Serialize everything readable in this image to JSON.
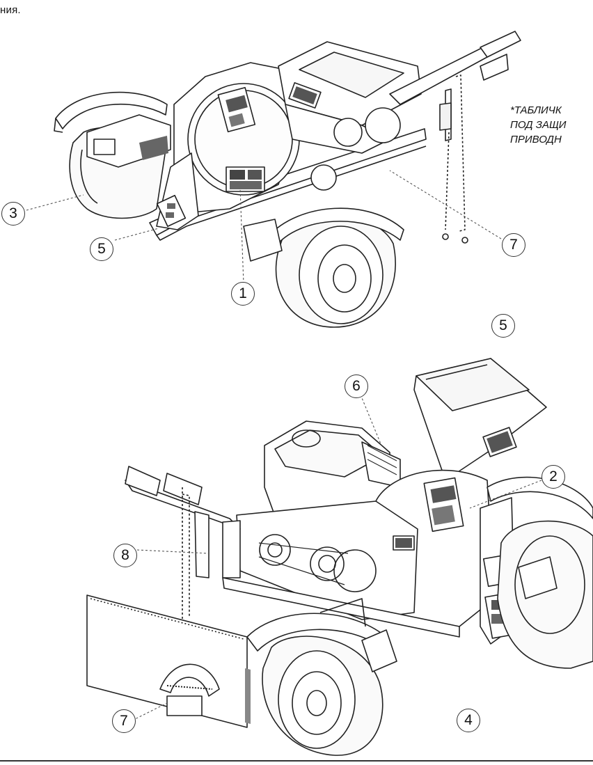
{
  "header_fragment": "ния.",
  "side_note": {
    "line1": "*ТАБЛИЧК",
    "line2": "ПОД ЗАЩИ",
    "line3": "ПРИВОДН"
  },
  "callouts": {
    "top_3": "3",
    "top_5": "5",
    "top_1": "1",
    "top_7": "7",
    "mid_5": "5",
    "bottom_6": "6",
    "bottom_2": "2",
    "bottom_8": "8",
    "bottom_7": "7",
    "bottom_4": "4"
  },
  "colors": {
    "line": "#222222",
    "label_fill": "#6a6a6a",
    "fill_light": "#f7f7f7",
    "dash": "#555555"
  }
}
